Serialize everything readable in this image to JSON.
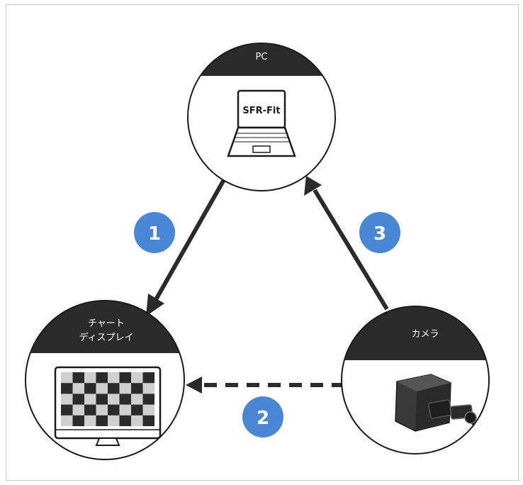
{
  "nodes": {
    "pc": {
      "title": "PC",
      "screen_text": "SFR-Fit",
      "icon": "laptop-icon"
    },
    "display": {
      "title_line1": "チャート",
      "title_line2": "ディスプレイ",
      "icon": "monitor-checkerboard-icon"
    },
    "camera": {
      "title": "カメラ",
      "icon": "camera-module-icon"
    }
  },
  "steps": [
    {
      "label": "1",
      "from": "pc",
      "to": "display",
      "style": "solid"
    },
    {
      "label": "2",
      "from": "camera",
      "to": "display",
      "style": "dashed"
    },
    {
      "label": "3",
      "from": "camera",
      "to": "pc",
      "style": "solid"
    }
  ],
  "colors": {
    "node_header": "#2b2b2b",
    "node_outline": "#1a1a1a",
    "arrow": "#2b2b2b",
    "badge": "#4a86d6",
    "frame": "#c9c9c9"
  }
}
